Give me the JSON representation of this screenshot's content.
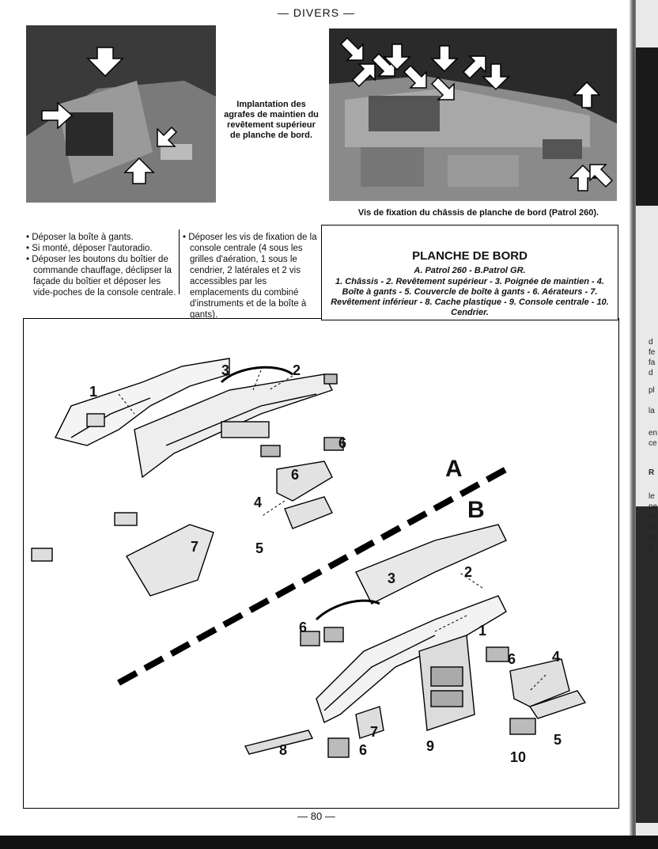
{
  "header": {
    "title": "— DIVERS —"
  },
  "photo_left": {
    "caption": "Implantation des agrafes de maintien du revêtement supérieur de planche de bord."
  },
  "photo_right": {
    "caption": "Vis de fixation du châssis de planche de bord (Patrol 260)."
  },
  "instructions_left": [
    "• Déposer la boîte à gants.",
    "• Si monté, déposer l'autoradio.",
    "• Déposer les boutons du boîtier de commande chauffage, déclipser la façade du boîtier et déposer les vide-poches de la console centrale."
  ],
  "instructions_right": [
    "• Déposer les vis de fixation de la console centrale (4 sous les grilles d'aération, 1 sous le cendrier, 2 latérales et 2 vis accessibles par les emplacements du combiné d'instruments et de la boîte à gants)."
  ],
  "diagram_box": {
    "title": "PLANCHE DE BORD",
    "subtitle": "A. Patrol 260 - B.Patrol GR.",
    "legend": "1. Châssis - 2. Revêtement supérieur - 3. Poignée de maintien - 4. Boîte à gants - 5. Couvercle de boîte à gants - 6. Aérateurs - 7. Revêtement inférieur - 8. Cache plastique - 9. Console centrale - 10. Cendrier."
  },
  "diagram": {
    "section_a": "A",
    "section_b": "B",
    "labels_a": [
      "1",
      "2",
      "3",
      "4",
      "5",
      "6",
      "6",
      "7"
    ],
    "labels_b": [
      "1",
      "2",
      "3",
      "4",
      "5",
      "6",
      "6",
      "6",
      "7",
      "8",
      "9",
      "10"
    ]
  },
  "footer": {
    "page": "— 80 —"
  },
  "right_strip": {
    "letters": [
      "d",
      "fe",
      "fa",
      "d",
      "pl",
      "la",
      "en",
      "ce",
      "R",
      "le",
      "pe",
      "bo",
      "m",
      "sa",
      "d"
    ]
  }
}
